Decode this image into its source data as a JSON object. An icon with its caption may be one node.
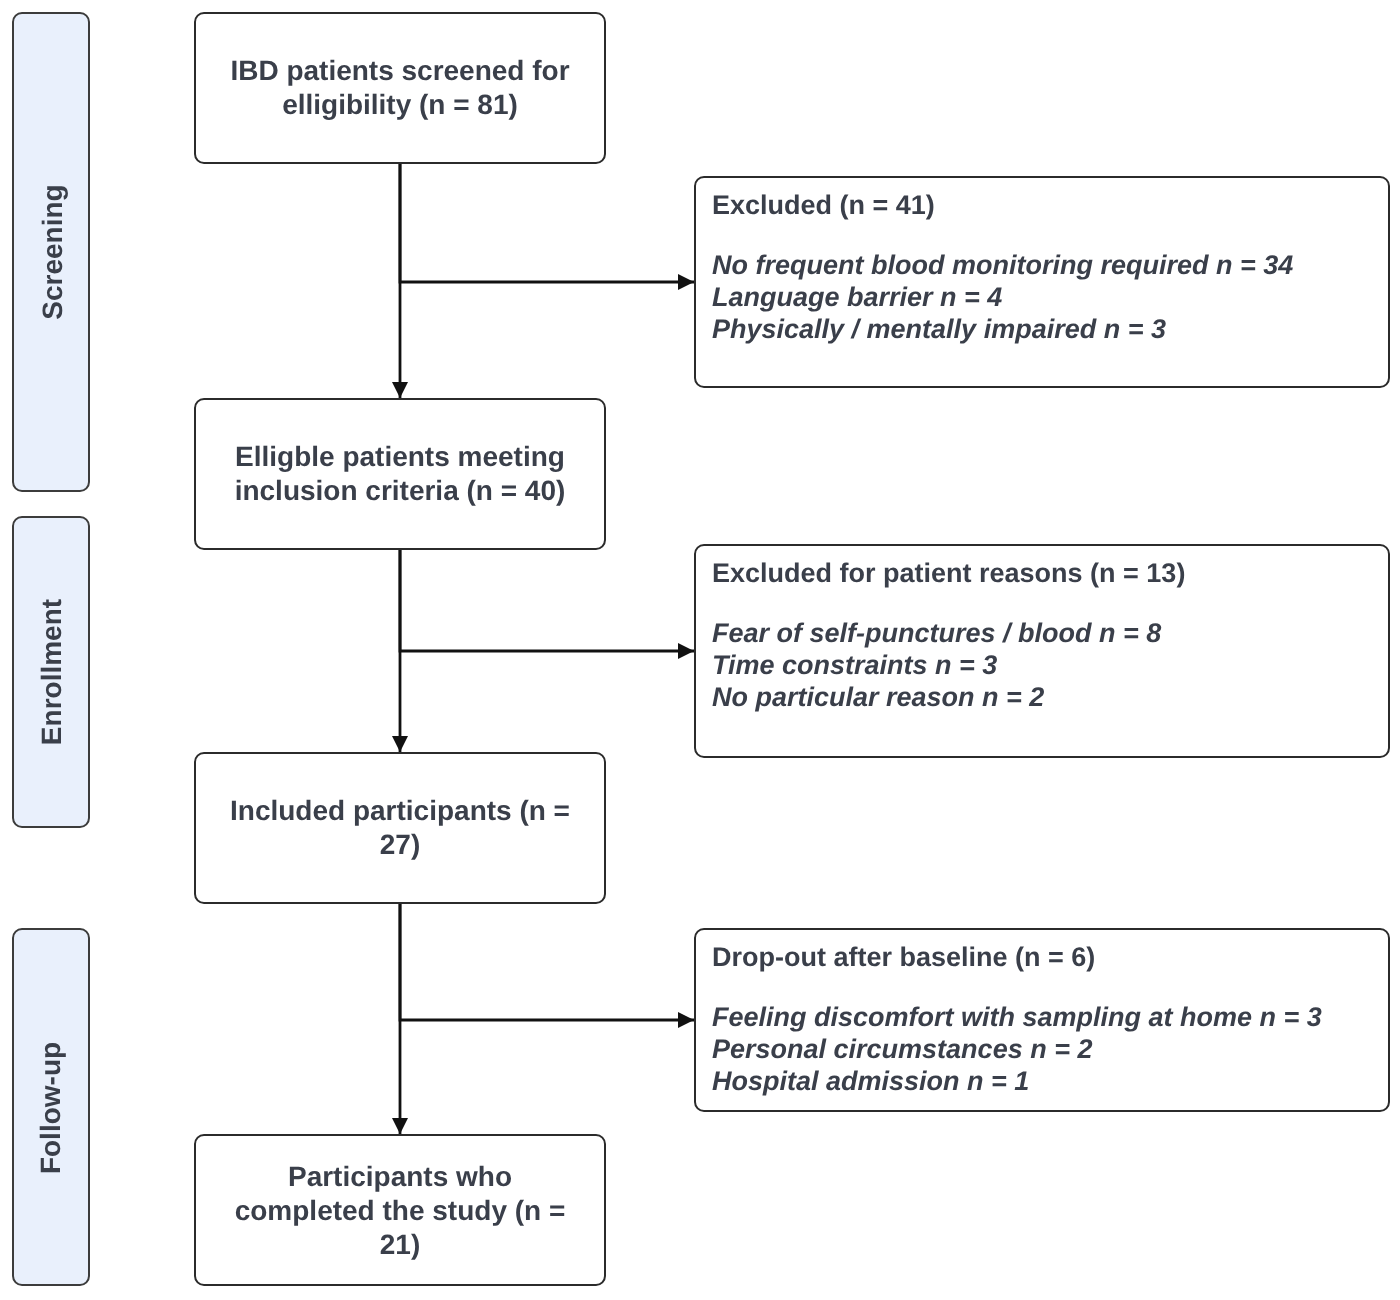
{
  "diagram": {
    "nodes": [
      {
        "text": [
          "Screening"
        ]
      },
      {
        "text": [
          "IBD patients screened for elligibility (n = 81)"
        ]
      },
      {
        "text": [
          "Excluded (n = 41)",
          "No frequent blood monitoring required n = 34",
          "Language barrier n = 4",
          "Physically / mentally impaired n = 3"
        ]
      },
      {
        "text": [
          "Elligble patients meeting inclusion criteria (n = 40)"
        ]
      },
      {
        "text": [
          "Enrollment"
        ]
      },
      {
        "text": [
          "Excluded for patient reasons (n = 13)",
          "Fear of self-punctures / blood n = 8",
          "Time constraints n = 3",
          "No particular reason n = 2"
        ]
      },
      {
        "text": [
          "Included participants (n = 27)"
        ]
      },
      {
        "text": [
          "Follow-up"
        ]
      },
      {
        "text": [
          "Drop-out after baseline (n = 6)",
          "Feeling discomfort with sampling at home n = 3",
          "Personal circumstances n = 2",
          "Hospital admission n = 1"
        ]
      },
      {
        "text": [
          "Participants who completed the study (n = 21)"
        ]
      }
    ],
    "edges": [
      {
        "from": 1,
        "to": 3,
        "arrow": "to"
      },
      {
        "from": 1,
        "to": 2,
        "arrow": "to"
      },
      {
        "from": 3,
        "to": 6,
        "arrow": "to"
      },
      {
        "from": 3,
        "to": 5,
        "arrow": "to"
      },
      {
        "from": 6,
        "to": 9,
        "arrow": "to"
      },
      {
        "from": 6,
        "to": 8,
        "arrow": "to"
      }
    ]
  }
}
